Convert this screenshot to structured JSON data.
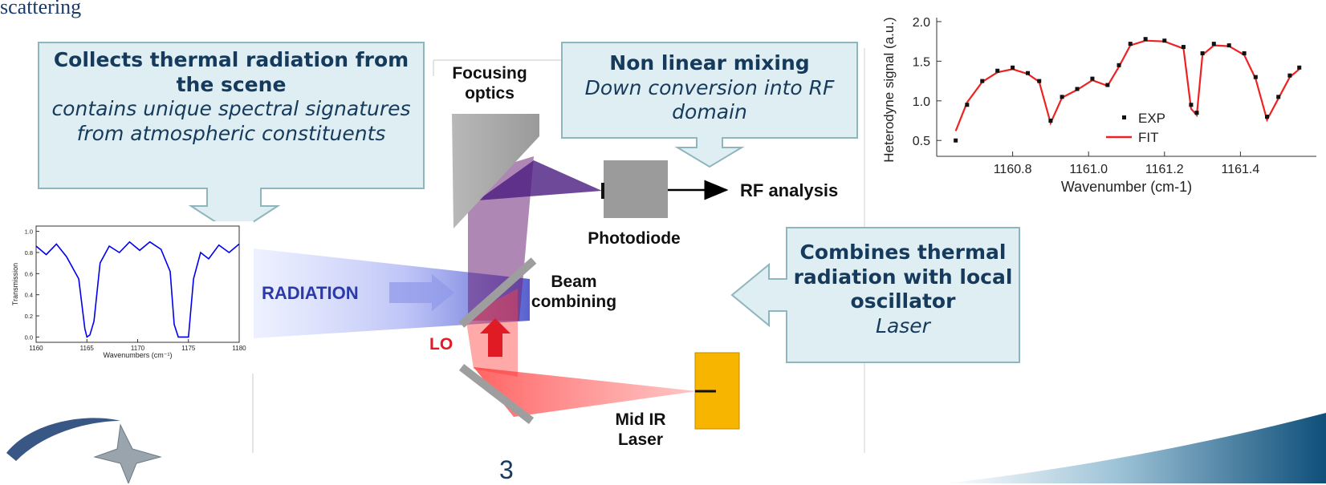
{
  "header_fragment": "scattering",
  "slide_number": "3",
  "callouts": {
    "collects": {
      "bold": "Collects thermal radiation from the scene",
      "italic": "contains unique spectral signatures from atmospheric constituents"
    },
    "mixing": {
      "bold": "Non linear mixing",
      "italic": "Down conversion into RF domain"
    },
    "combines": {
      "bold": "Combines thermal radiation with local oscillator",
      "italic": "Laser"
    }
  },
  "labels": {
    "focusing_optics": "Focusing optics",
    "photodiode": "Photodiode",
    "rf_analysis": "RF analysis",
    "beam_combining": "Beam combining",
    "radiation": "RADIATION",
    "lo": "LO",
    "mid_ir_laser": "Mid IR Laser"
  },
  "colors": {
    "callout_fill": "#deeef2",
    "callout_border": "#8fb6bd",
    "callout_text": "#163a5c",
    "radiation_blue": "#3b45c6",
    "laser_red": "#e01b24",
    "laser_yellow": "#f7b500",
    "spectrum_blue": "#0000ee",
    "fit_red": "#ee2222"
  },
  "chart_data": [
    {
      "type": "line",
      "xlabel": "Wavenumbers (cm⁻¹)",
      "ylabel": "Transmission",
      "xlim": [
        1160,
        1180
      ],
      "ylim": [
        -0.05,
        1.05
      ],
      "xticks": [
        "1160",
        "1165",
        "1170",
        "1175",
        "1180"
      ],
      "yticks": [
        "0.0",
        "0.2",
        "0.4",
        "0.6",
        "0.8",
        "1.0"
      ],
      "series": [
        {
          "x": [
            1160.0,
            1161.0,
            1162.0,
            1163.0,
            1164.2,
            1164.8,
            1165.0,
            1165.3,
            1165.7,
            1166.3,
            1167.2,
            1168.2,
            1169.2,
            1170.2,
            1171.2,
            1172.3,
            1173.2,
            1173.6,
            1174.0,
            1174.5,
            1175.0,
            1175.5,
            1176.2,
            1177.0,
            1178.0,
            1179.0,
            1180.0
          ],
          "y": [
            0.86,
            0.78,
            0.88,
            0.76,
            0.55,
            0.08,
            0.0,
            0.02,
            0.15,
            0.7,
            0.86,
            0.8,
            0.9,
            0.82,
            0.9,
            0.83,
            0.62,
            0.12,
            0.0,
            0.0,
            0.0,
            0.55,
            0.8,
            0.74,
            0.87,
            0.8,
            0.88
          ]
        }
      ]
    },
    {
      "type": "scatter",
      "xlabel": "Wavenumber (cm-1)",
      "ylabel": "Heterodyne signal (a.u.)",
      "xlim": [
        1160.6,
        1161.6
      ],
      "ylim": [
        0.3,
        2.05
      ],
      "xticks": [
        "1160.8",
        "1161.0",
        "1161.2",
        "1161.4"
      ],
      "yticks": [
        "0.5",
        "1.0",
        "1.5",
        "2.0"
      ],
      "legend": "inside-bottom",
      "series": [
        {
          "name": "EXP",
          "x": [
            1160.65,
            1160.68,
            1160.72,
            1160.76,
            1160.8,
            1160.84,
            1160.87,
            1160.9,
            1160.93,
            1160.97,
            1161.01,
            1161.05,
            1161.08,
            1161.11,
            1161.15,
            1161.2,
            1161.25,
            1161.27,
            1161.285,
            1161.3,
            1161.33,
            1161.37,
            1161.41,
            1161.44,
            1161.47,
            1161.5,
            1161.53,
            1161.555
          ],
          "y": [
            0.5,
            0.95,
            1.25,
            1.38,
            1.42,
            1.35,
            1.25,
            0.75,
            1.05,
            1.15,
            1.28,
            1.2,
            1.45,
            1.72,
            1.78,
            1.76,
            1.68,
            0.95,
            0.85,
            1.6,
            1.72,
            1.7,
            1.6,
            1.3,
            0.8,
            1.05,
            1.32,
            1.42
          ]
        },
        {
          "name": "FIT",
          "x": [
            1160.65,
            1160.68,
            1160.72,
            1160.76,
            1160.8,
            1160.84,
            1160.87,
            1160.9,
            1160.93,
            1160.97,
            1161.01,
            1161.05,
            1161.08,
            1161.11,
            1161.15,
            1161.2,
            1161.25,
            1161.27,
            1161.285,
            1161.3,
            1161.33,
            1161.37,
            1161.41,
            1161.44,
            1161.47,
            1161.5,
            1161.53,
            1161.555
          ],
          "y": [
            0.62,
            0.98,
            1.24,
            1.36,
            1.4,
            1.34,
            1.24,
            0.72,
            1.04,
            1.14,
            1.26,
            1.19,
            1.43,
            1.7,
            1.76,
            1.75,
            1.66,
            0.9,
            0.82,
            1.58,
            1.7,
            1.69,
            1.58,
            1.28,
            0.76,
            1.03,
            1.3,
            1.4
          ]
        }
      ]
    }
  ]
}
